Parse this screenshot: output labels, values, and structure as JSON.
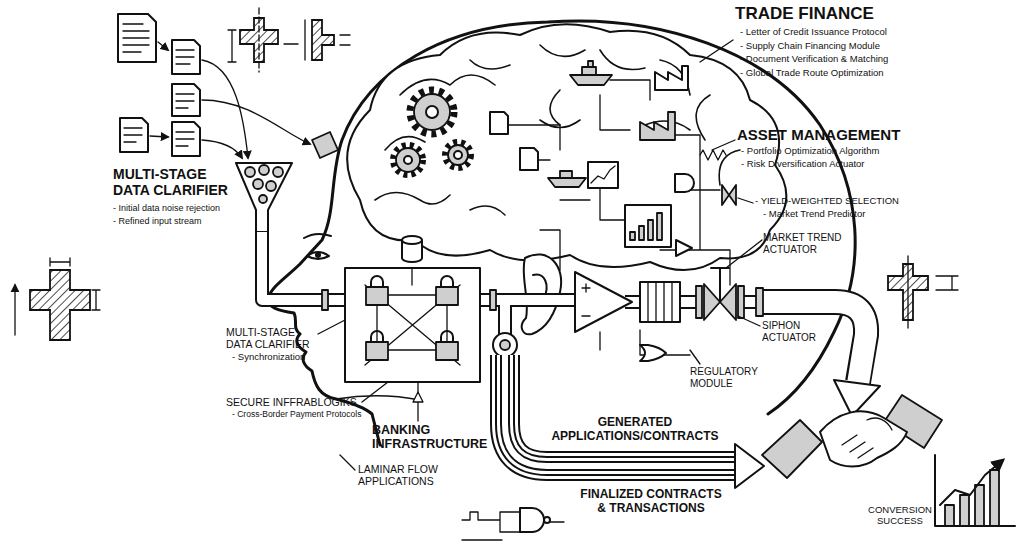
{
  "diagram": {
    "labels": [
      "MULTI-STAGE DATA CLARIFIER",
      "- Initial data noise rejection",
      "- Refined input stream",
      "TRADE FINANCE",
      "- Letter of Credit Issuance Protocol",
      "- Supply Chain Financing Module",
      "- Document Verification & Matching",
      "- Global Trade Route Optimization",
      "ASSET MANAGEMENT",
      "- Portfolio Optimization Algorithm",
      "- Risk Diversification Actuator",
      "- YIELD-WEIGHTED SELECTION",
      "- Market Trend Predictor",
      "MARKET TREND ACTUATOR",
      "SIPHON ACTUATOR",
      "MULTI-STAGE DATA CLARIFIER",
      "- Synchronization",
      "REGULATORY MODULE",
      "SECURE INFFRABLOGIKS",
      "- Cross-Border Payment Protocols",
      "BANKING INFRASTRUCTURE",
      "GENERATED APPLICATIONS/CONTRACTS",
      "LAMINAR FLOW APPLICATIONS",
      "FINALIZED CONTRACTS & TRANSACTIONS",
      "CONVERSION SUCCESS"
    ]
  }
}
